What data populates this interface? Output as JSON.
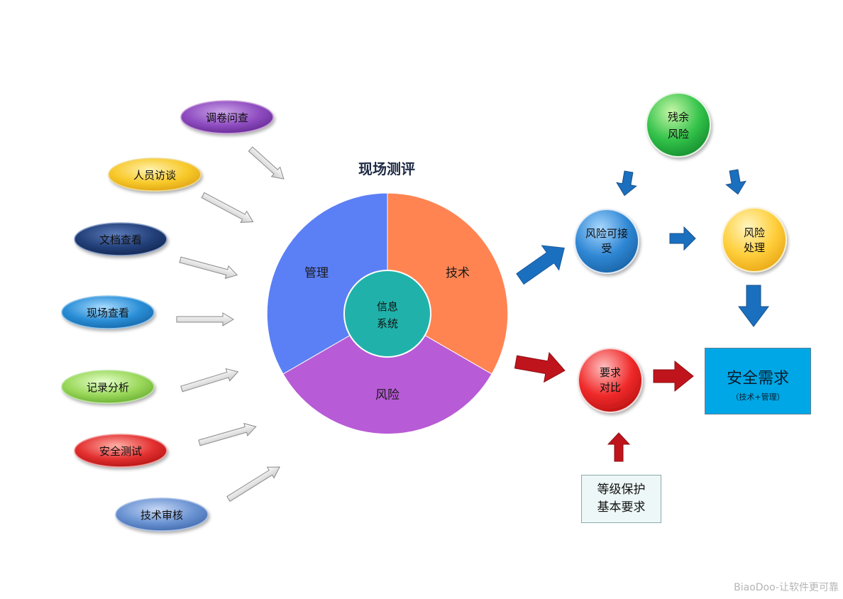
{
  "title": "现场测评",
  "methods": [
    {
      "label": "调卷问查",
      "color": "#7b3aa8"
    },
    {
      "label": "人员访谈",
      "color": "#f5c322"
    },
    {
      "label": "文档查看",
      "color": "#1c3a6e"
    },
    {
      "label": "现场查看",
      "color": "#1f7fc6"
    },
    {
      "label": "记录分析",
      "color": "#8fd14f"
    },
    {
      "label": "安全测试",
      "color": "#e02a2a"
    },
    {
      "label": "技术审核",
      "color": "#5a86c8"
    }
  ],
  "pie": {
    "sectors": [
      {
        "label": "管理",
        "color": "#5b7ff5"
      },
      {
        "label": "技术",
        "color": "#ff8452"
      },
      {
        "label": "风险",
        "color": "#b85bd6"
      }
    ],
    "center_line1": "信息",
    "center_line2": "系统",
    "center_color": "#20b2aa"
  },
  "nodes": {
    "residual_line1": "残余",
    "residual_line2": "风险",
    "acceptable_line1": "风险可接",
    "acceptable_line2": "受",
    "handling_line1": "风险",
    "handling_line2": "处理",
    "compare_line1": "要求",
    "compare_line2": "对比"
  },
  "security_requirement": {
    "title": "安全需求",
    "subtitle": "（技术+管理）"
  },
  "basic_requirement": {
    "line1": "等级保护",
    "line2": "基本要求"
  },
  "watermark": "BiaoDoo-让软件更可靠"
}
